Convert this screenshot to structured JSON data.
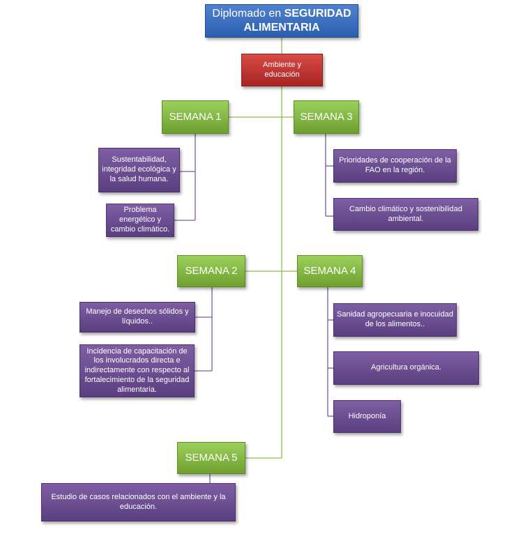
{
  "root": {
    "title_prefix": "Diplomado en ",
    "title_bold": "SEGURIDAD ALIMENTARIA"
  },
  "center": {
    "label": "Ambiente y educación"
  },
  "weeks": [
    {
      "label": "SEMANA 1",
      "topics": [
        "Sustentabilidad, integridad ecológica y la salud humana.",
        "Problema energético y cambio climático."
      ]
    },
    {
      "label": "SEMANA 2",
      "topics": [
        "Manejo de desechos sólidos y líquidos..",
        "Incidencia de capacitación de los involucrados directa e indirectamente con respecto al fortalecimiento de la seguridad alimentaria."
      ]
    },
    {
      "label": "SEMANA 3",
      "topics": [
        "Prioridades de cooperación de la FAO en  la región.",
        "Cambio climático y sostenibilidad ambiental."
      ]
    },
    {
      "label": "SEMANA 4",
      "topics": [
        "Sanidad agropecuaria e inocuidad de los alimentos..",
        "Agricultura orgánica.",
        "Hidroponía"
      ]
    },
    {
      "label": "SEMANA 5",
      "topics": [
        "Estudio de casos relacionados con el ambiente y la educación."
      ]
    }
  ],
  "colors": {
    "root": "#3a6fc0",
    "center": "#c0392b",
    "week": "#8dbb4f",
    "topic": "#6b4c91"
  }
}
